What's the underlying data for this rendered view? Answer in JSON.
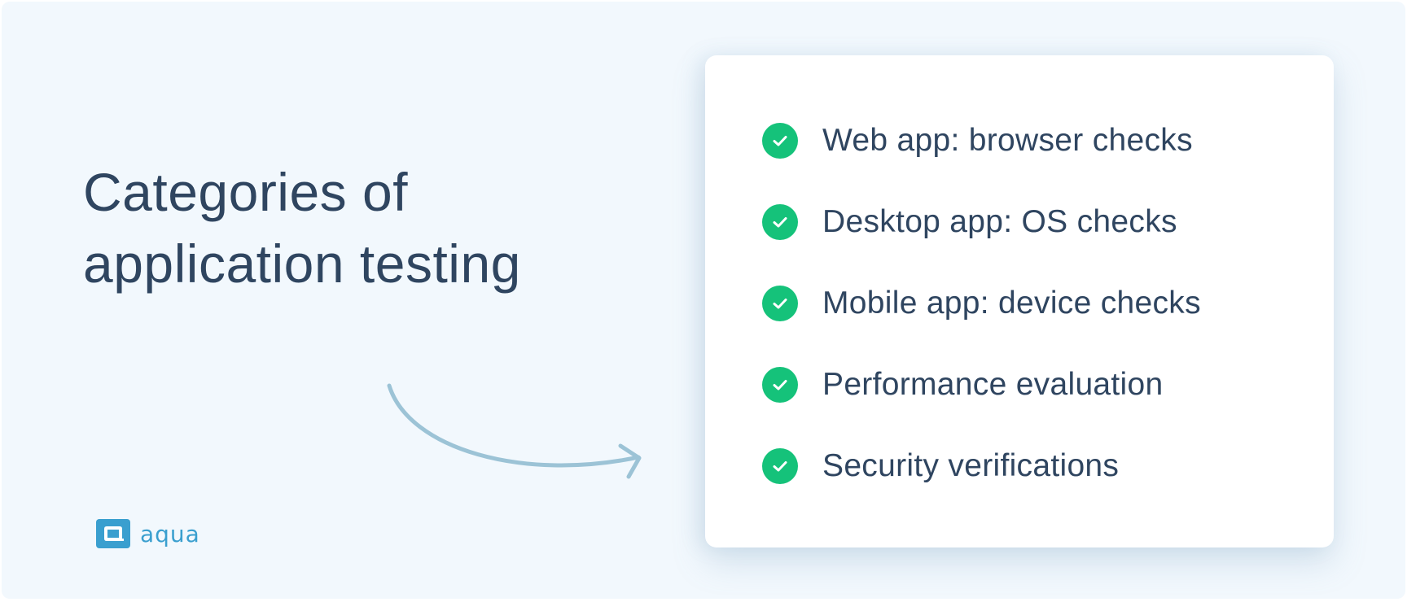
{
  "heading": {
    "line1": "Categories of",
    "line2": "application testing"
  },
  "logo": {
    "text": "aqua",
    "color": "#3a9fcf"
  },
  "checklist": {
    "items": [
      {
        "label": "Web app: browser checks",
        "icon": "check-circle-icon"
      },
      {
        "label": "Desktop app: OS checks",
        "icon": "check-circle-icon"
      },
      {
        "label": "Mobile app: device checks",
        "icon": "check-circle-icon"
      },
      {
        "label": "Performance evaluation",
        "icon": "check-circle-icon"
      },
      {
        "label": "Security verifications",
        "icon": "check-circle-icon"
      }
    ],
    "check_color": "#15c27a"
  },
  "colors": {
    "background": "#f2f8fd",
    "text": "#2f4560",
    "arrow": "#9cc3d6",
    "card": "#ffffff"
  }
}
